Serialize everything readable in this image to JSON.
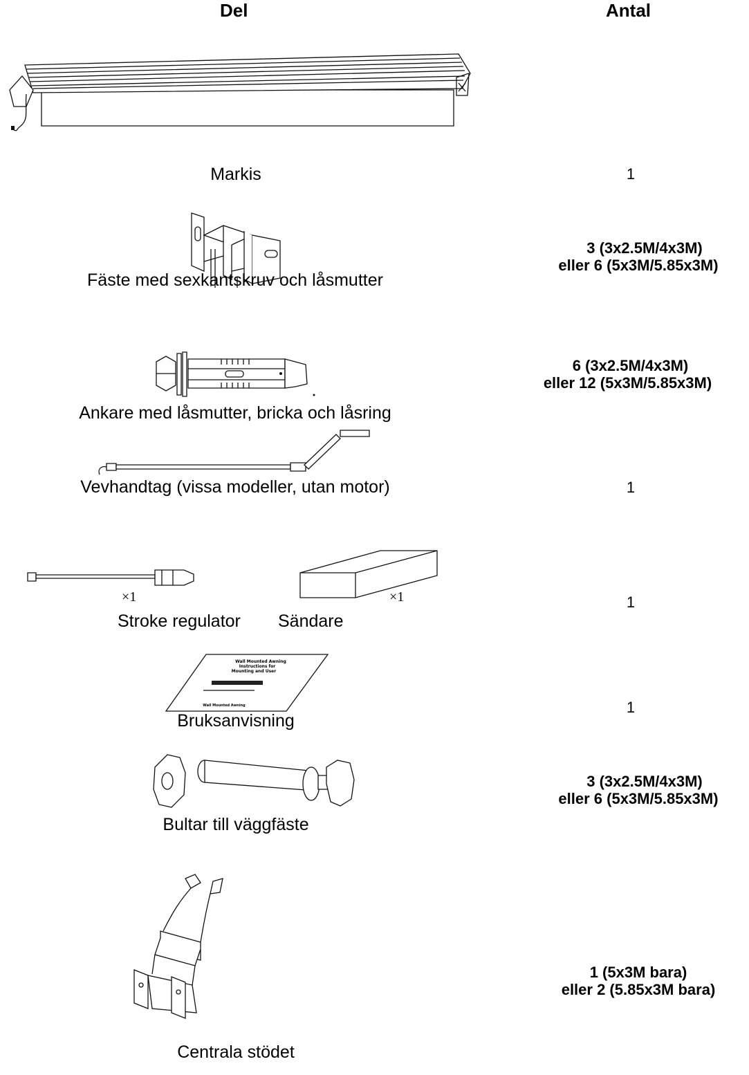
{
  "header": {
    "part_label": "Del",
    "qty_label": "Antal"
  },
  "items": [
    {
      "name": "Markis",
      "qty": [
        "1"
      ],
      "icon": "awning-icon"
    },
    {
      "name": "Fäste med sexkantskruv och låsmutter",
      "qty": [
        "3 (3x2.5M/4x3M)",
        "eller 6 (5x3M/5.85x3M)"
      ],
      "icon": "wall-bracket-icon"
    },
    {
      "name": "Ankare med låsmutter, bricka och låsring",
      "qty": [
        "6 (3x2.5M/4x3M)",
        "eller 12 (5x3M/5.85x3M)"
      ],
      "icon": "anchor-bolt-icon"
    },
    {
      "name": "Vevhandtag (vissa modeller, utan motor)",
      "qty": [
        "1"
      ],
      "icon": "crank-handle-icon"
    },
    {
      "name_a": "Stroke regulator",
      "name_b": "Sändare",
      "qty": [
        "1"
      ],
      "mult_a": "×1",
      "mult_b": "×1",
      "icon": "stroke-regulator-icon"
    },
    {
      "name": "Bruksanvisning",
      "qty": [
        "1"
      ],
      "icon": "manual-booklet-icon",
      "booklet_text": [
        "Wall Mounted Awning",
        "Instructions for",
        "Mounting and User",
        "Wall Mounted Awning"
      ]
    },
    {
      "name": "Bultar till väggfäste",
      "qty": [
        "3 (3x2.5M/4x3M)",
        "eller 6 (5x3M/5.85x3M)"
      ],
      "icon": "bolt-nut-icon"
    },
    {
      "name": "Centrala stödet",
      "qty": [
        "1 (5x3M bara)",
        "eller 2 (5.85x3M bara)"
      ],
      "icon": "center-support-icon"
    }
  ]
}
